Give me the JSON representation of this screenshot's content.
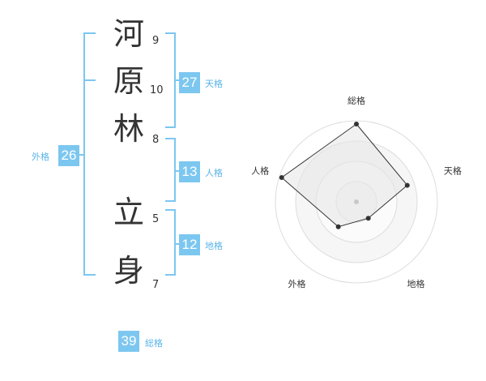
{
  "colors": {
    "accent": "#7cc7f0",
    "label": "#5ab4ea",
    "text": "#333333"
  },
  "name": {
    "chars": [
      {
        "char": "河",
        "strokes": "9"
      },
      {
        "char": "原",
        "strokes": "10"
      },
      {
        "char": "林",
        "strokes": "8"
      },
      {
        "char": "立",
        "strokes": "5"
      },
      {
        "char": "身",
        "strokes": "7"
      }
    ]
  },
  "fortune": {
    "tenkaku": {
      "value": "27",
      "label": "天格"
    },
    "jinkaku": {
      "value": "13",
      "label": "人格"
    },
    "chikaku": {
      "value": "12",
      "label": "地格"
    },
    "gaikaku": {
      "value": "26",
      "label": "外格"
    },
    "soukaku": {
      "value": "39",
      "label": "総格"
    }
  },
  "chart_data": {
    "type": "radar",
    "axes": [
      "総格",
      "天格",
      "地格",
      "外格",
      "人格"
    ],
    "values": [
      0.96,
      0.66,
      0.25,
      0.38,
      0.97
    ],
    "rings": 4
  }
}
